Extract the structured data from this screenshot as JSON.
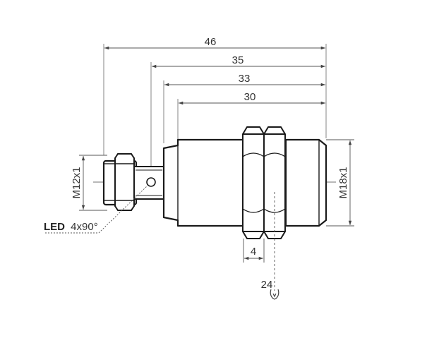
{
  "dimensions": {
    "overall_length": "46",
    "to_led": "35",
    "housing_length": "33",
    "thread_length": "30",
    "connector_thread": "M12x1",
    "housing_thread": "M18x1",
    "nut_width": "4",
    "wrench_size": "24"
  },
  "led": {
    "label": "LED",
    "spec": "4x90°"
  },
  "colors": {
    "outline": "#1a1a1a",
    "dimension_line": "#555555",
    "text": "#333333"
  }
}
